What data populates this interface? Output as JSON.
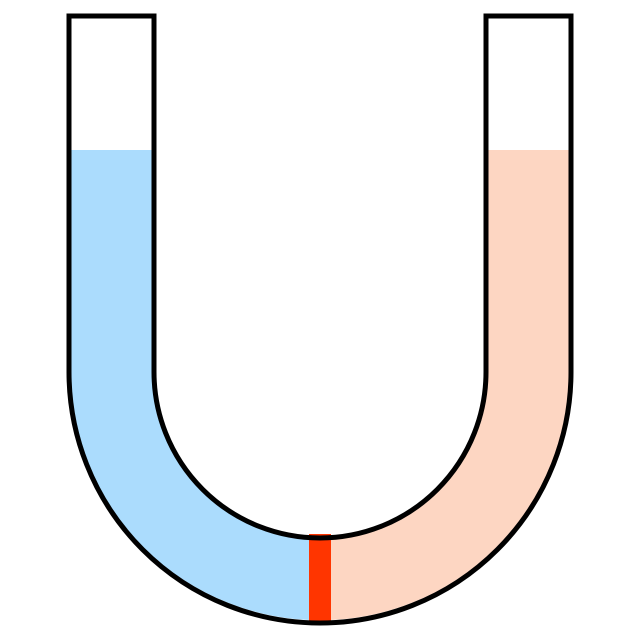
{
  "diagram": {
    "type": "u-tube",
    "left_liquid": {
      "color": "#abdcfd",
      "fill_fraction": 0.8
    },
    "right_liquid": {
      "color": "#fdd6c2",
      "fill_fraction": 0.8
    },
    "membrane": {
      "color": "#ff3500"
    },
    "outline_color": "#000000",
    "background_color": "#ffffff"
  }
}
